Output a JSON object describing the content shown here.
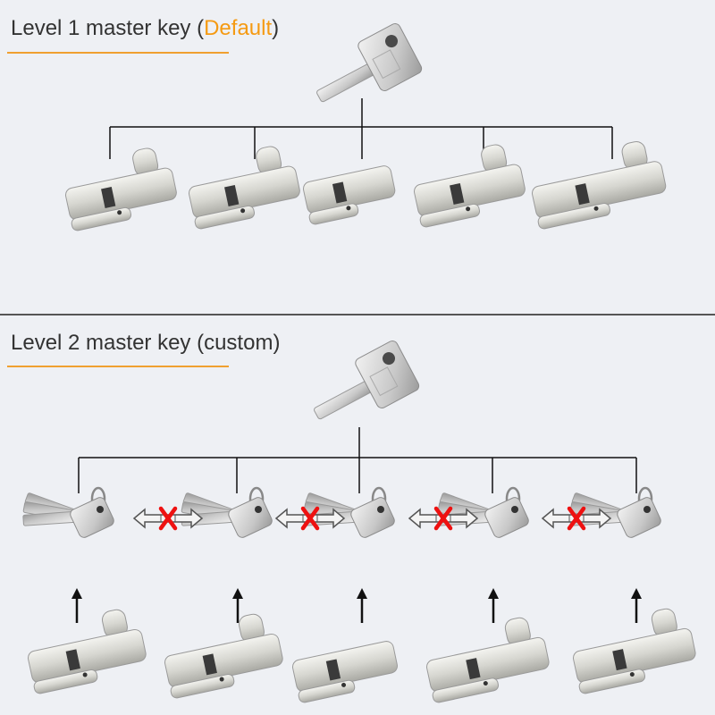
{
  "sections": [
    {
      "title_prefix": "Level 1 master key (",
      "title_accent": "Default",
      "title_suffix": ")"
    },
    {
      "title": "Level 2 master key (custom)"
    }
  ],
  "colors": {
    "accent": "#f59a12",
    "underline": "#f0a030",
    "background": "#eef0f4",
    "cross": "#ee1111",
    "lines": "#111111"
  },
  "icons": {
    "master_key": "key-icon",
    "cylinder": "lock-cylinder-icon",
    "key_bunch": "key-bunch-icon",
    "not_interchangeable": "crossed-double-arrow-icon",
    "up_arrow": "arrow-up-icon"
  }
}
